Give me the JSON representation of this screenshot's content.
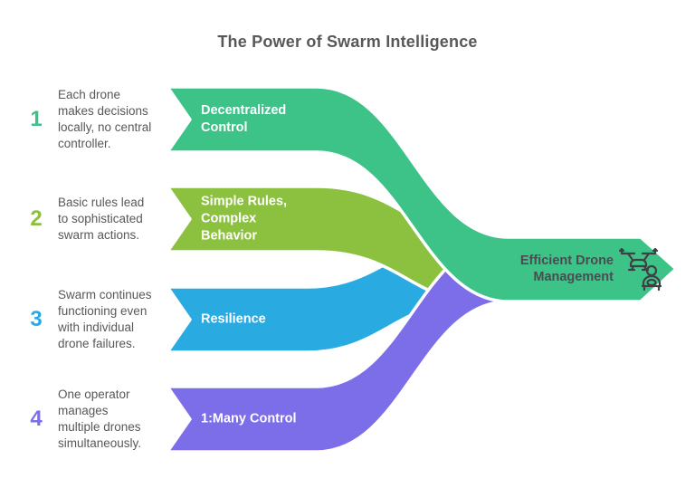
{
  "title": "The Power of Swarm Intelligence",
  "colors": {
    "green": "#3DC388",
    "yellow_green": "#8CC140",
    "blue": "#29ABE2",
    "purple": "#7C6DE9",
    "text_gray": "#58585A",
    "arrow_text": "#4D4A52",
    "icon_stroke": "#3F4043",
    "band_gap_stroke": "#FFFFFF"
  },
  "rows": [
    {
      "number": "1",
      "color": "#3DC388",
      "description": "Each drone\nmakes decisions\nlocally, no central\ncontroller.",
      "label": "Decentralized\nControl"
    },
    {
      "number": "2",
      "color": "#8CC140",
      "description": "Basic rules lead\nto sophisticated\nswarm actions.",
      "label": "Simple Rules,\nComplex\nBehavior"
    },
    {
      "number": "3",
      "color": "#29ABE2",
      "description": "Swarm continues\nfunctioning even\nwith individual\ndrone failures.",
      "label": "Resilience"
    },
    {
      "number": "4",
      "color": "#7C6DE9",
      "description": "One operator\nmanages\nmultiple drones\nsimultaneously.",
      "label": "1:Many Control"
    }
  ],
  "arrow": {
    "label": "Efficient Drone\nManagement",
    "color": "#3DC388",
    "icon": "drone-operator-icon",
    "icon_color": "#3F4043"
  }
}
